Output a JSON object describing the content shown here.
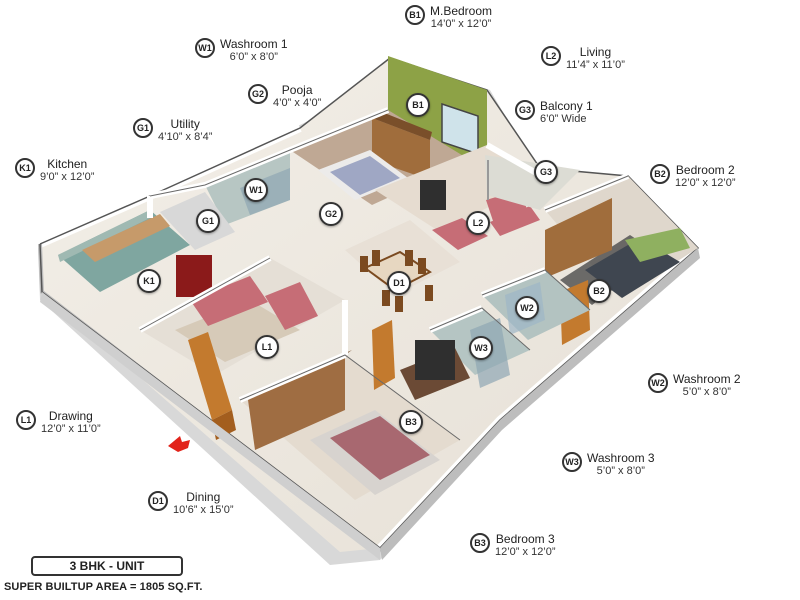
{
  "rooms": {
    "m_bedroom": {
      "code": "B1",
      "name": "M.Bedroom",
      "dims": "14’0” x 12’0”"
    },
    "washroom1": {
      "code": "W1",
      "name": "Washroom 1",
      "dims": "6’0” x 8’0”"
    },
    "living": {
      "code": "L2",
      "name": "Living",
      "dims": "11’4” x 11’0”"
    },
    "pooja": {
      "code": "G2",
      "name": "Pooja",
      "dims": "4’0” x 4’0”"
    },
    "balcony1": {
      "code": "G3",
      "name": "Balcony 1",
      "dims": "6’0” Wide"
    },
    "utility": {
      "code": "G1",
      "name": "Utility",
      "dims": "4’10” x 8’4”"
    },
    "kitchen": {
      "code": "K1",
      "name": "Kitchen",
      "dims": "9’0” x 12’0”"
    },
    "bedroom2": {
      "code": "B2",
      "name": "Bedroom 2",
      "dims": "12’0” x 12’0”"
    },
    "washroom2": {
      "code": "W2",
      "name": "Washroom 2",
      "dims": "5’0” x 8’0”"
    },
    "drawing": {
      "code": "L1",
      "name": "Drawing",
      "dims": "12’0” x 11’0”"
    },
    "washroom3": {
      "code": "W3",
      "name": "Washroom 3",
      "dims": "5’0” x 8’0”"
    },
    "dining": {
      "code": "D1",
      "name": "Dining",
      "dims": "10’6” x 15’0”"
    },
    "bedroom3": {
      "code": "B3",
      "name": "Bedroom 3",
      "dims": "12’0” x 12’0”"
    }
  },
  "unit_type": "3 BHK - UNIT",
  "super_builtup_area": "SUPER BUILTUP AREA = 1805 SQ.FT."
}
